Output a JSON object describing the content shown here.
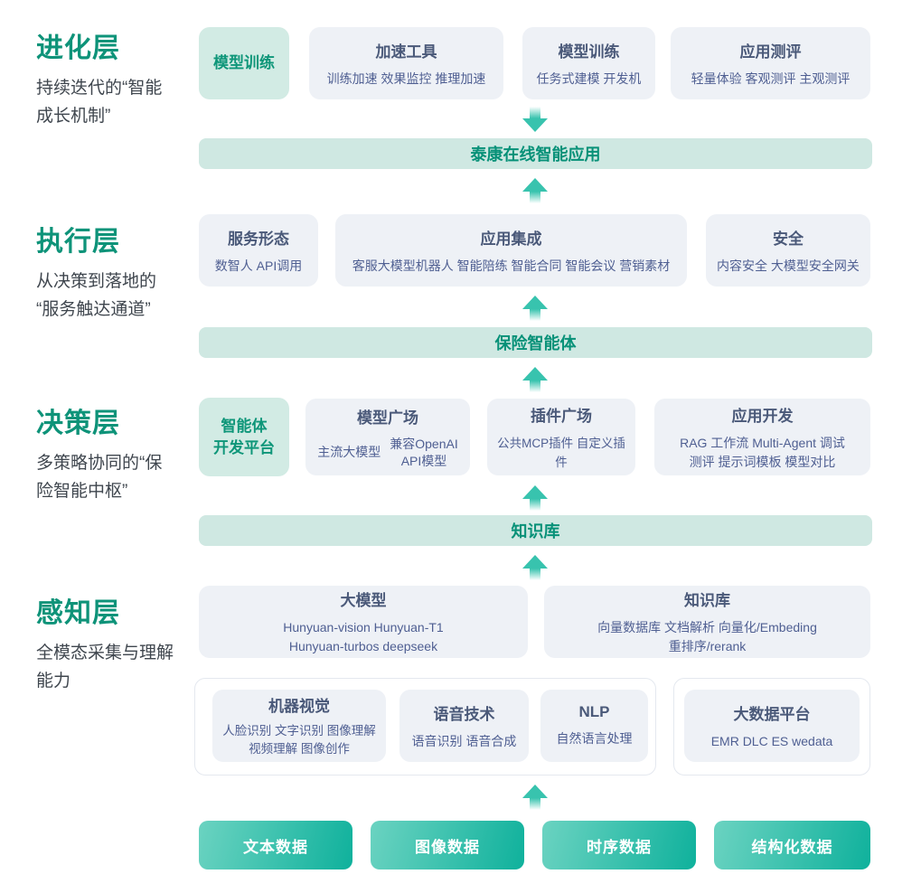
{
  "layers": [
    {
      "name": "进化层",
      "desc": "持续迭代的“智能\n成长机制”"
    },
    {
      "name": "执行层",
      "desc": "从决策到落地的\n“服务触达通道”"
    },
    {
      "name": "决策层",
      "desc": "多策略协同的“保\n险智能中枢”"
    },
    {
      "name": "感知层",
      "desc": "全模态采集与理解\n能力"
    }
  ],
  "bars": {
    "app": "泰康在线智能应用",
    "agent": "保险智能体",
    "kb": "知识库"
  },
  "row1": {
    "green": "模型训练",
    "boxes": [
      {
        "title": "加速工具",
        "sub": "训练加速 效果监控 推理加速"
      },
      {
        "title": "模型训练",
        "sub": "任务式建模 开发机"
      },
      {
        "title": "应用测评",
        "sub": "轻量体验 客观测评 主观测评"
      }
    ]
  },
  "row2": {
    "boxes": [
      {
        "title": "服务形态",
        "sub": "数智人 API调用"
      },
      {
        "title": "应用集成",
        "sub": "客服大模型机器人 智能陪练 智能合同 智能会议 营销素材"
      },
      {
        "title": "安全",
        "sub": "内容安全 大模型安全网关"
      }
    ]
  },
  "row3": {
    "green": "智能体\n开发平台",
    "boxes": [
      {
        "title": "模型广场",
        "sub_left": "主流大模型",
        "sub_right": "兼容OpenAI\nAPI模型"
      },
      {
        "title": "插件广场",
        "sub": "公共MCP插件 自定义插件"
      },
      {
        "title": "应用开发",
        "sub": "RAG 工作流 Multi-Agent 调试\n测评 提示词模板 模型对比"
      }
    ]
  },
  "row4": {
    "boxes": [
      {
        "title": "大模型",
        "sub": "Hunyuan-vision Hunyuan-T1\nHunyuan-turbos deepseek"
      },
      {
        "title": "知识库",
        "sub": "向量数据库 文档解析 向量化/Embeding\n重排序/rerank"
      }
    ]
  },
  "perception": {
    "cv": {
      "title": "机器视觉",
      "sub": "人脸识别 文字识别 图像理解\n视频理解 图像创作"
    },
    "speech": {
      "title": "语音技术",
      "sub": "语音识别 语音合成"
    },
    "nlp": {
      "title": "NLP",
      "sub": "自然语言处理"
    },
    "bigdata": {
      "title": "大数据平台",
      "sub": "EMR DLC ES wedata"
    }
  },
  "datasources": [
    "文本数据",
    "图像数据",
    "时序数据",
    "结构化数据"
  ],
  "icons": {
    "up_arrows": "arrow-up",
    "down_arrow": "arrow-down"
  },
  "colors": {
    "accent_green": "#0e9379",
    "green_box_bg": "#d2ebe4",
    "gray_box_bg": "#eef1f6",
    "box_title": "#4a5979",
    "box_subtitle": "#4f5f92",
    "bar_bg": "#cfe8e2",
    "bar_text": "#079178",
    "arrow": "#38c3ae",
    "data_box_gradient_start": "#6bd3c1",
    "data_box_gradient_end": "#0fb19c",
    "desc_text": "#3f464e"
  }
}
